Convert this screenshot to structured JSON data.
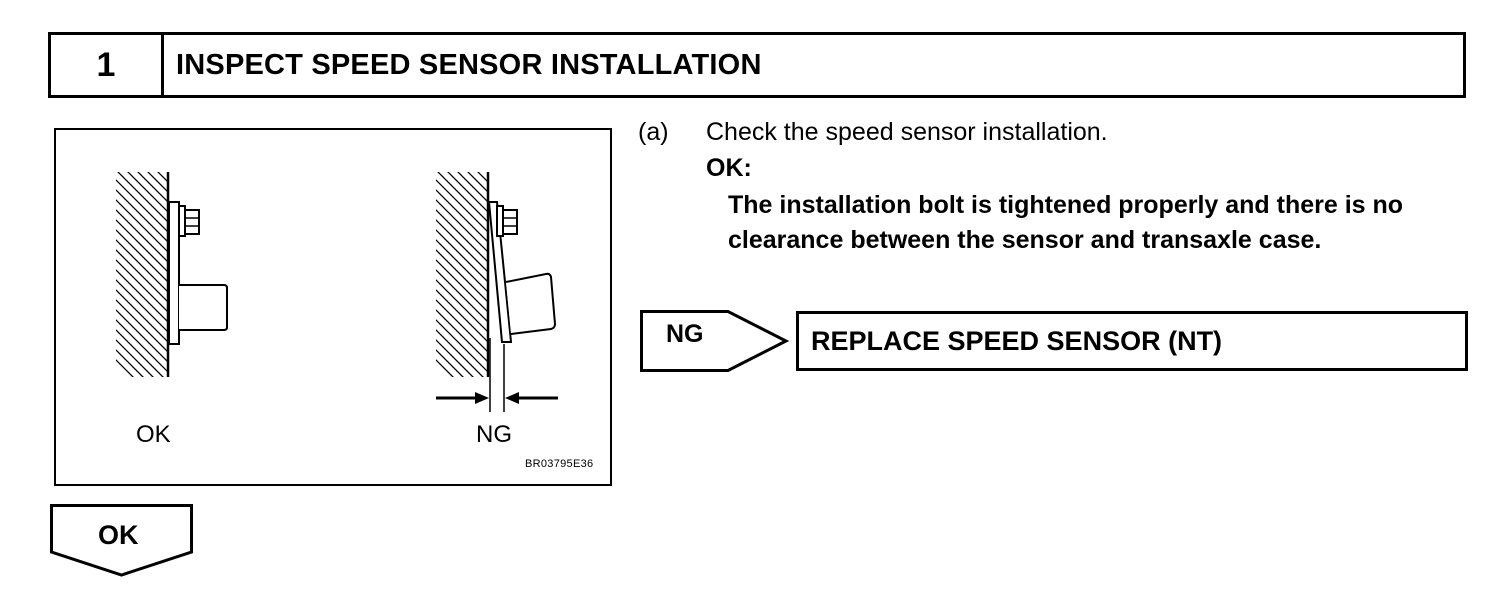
{
  "step": {
    "number": "1",
    "title": "INSPECT SPEED SENSOR INSTALLATION"
  },
  "figure": {
    "ok_label": "OK",
    "ng_label": "NG",
    "code": "BR03795E36"
  },
  "instruction": {
    "marker": "(a)",
    "text": "Check the speed sensor installation.",
    "ok_label": "OK:",
    "ok_description": "The installation bolt is tightened properly and there is no clearance between the sensor and transaxle case."
  },
  "ng_branch": {
    "label": "NG",
    "action": "REPLACE SPEED SENSOR (NT)"
  },
  "ok_branch": {
    "label": "OK"
  }
}
